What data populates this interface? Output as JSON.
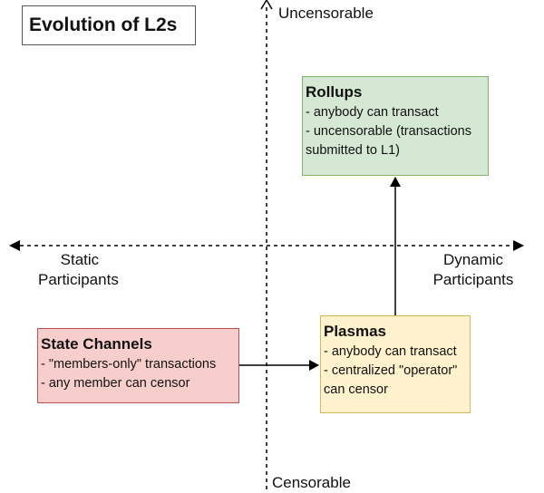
{
  "title": "Evolution of L2s",
  "axes": {
    "top": "Uncensorable",
    "bottom": "Censorable",
    "left": [
      "Static",
      "Participants"
    ],
    "right": [
      "Dynamic",
      "Participants"
    ]
  },
  "nodes": {
    "rollups": {
      "name": "Rollups",
      "lines": [
        "- anybody can transact",
        "- uncensorable (transactions",
        "submitted to L1)"
      ],
      "fill": "#d5e8d4",
      "stroke": "#82b366"
    },
    "plasmas": {
      "name": "Plasmas",
      "lines": [
        "- anybody can transact",
        "- centralized \"operator\"",
        "can censor"
      ],
      "fill": "#fff2cc",
      "stroke": "#d6b656"
    },
    "state_channels": {
      "name": "State Channels",
      "lines": [
        "- \"members-only\" transactions",
        "- any member can censor"
      ],
      "fill": "#f8cecc",
      "stroke": "#b85450"
    }
  },
  "edges": [
    {
      "from": "State Channels",
      "to": "Plasmas"
    },
    {
      "from": "Plasmas",
      "to": "Rollups"
    }
  ]
}
